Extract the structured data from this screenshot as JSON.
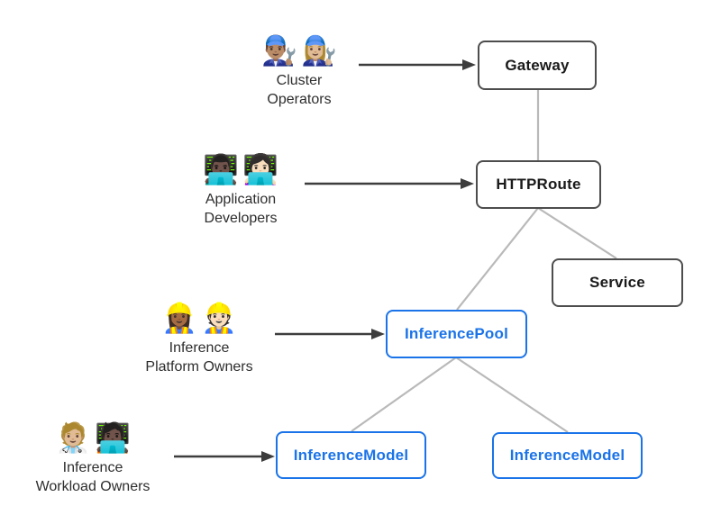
{
  "colors": {
    "background": "#ffffff",
    "node-border-dark": "#4d4d4d",
    "node-text-dark": "#1a1a1a",
    "node-accent-blue": "#1a73e8",
    "connector-gray": "#b9b9b9",
    "arrow-dark": "#3d3d3d",
    "persona-text": "#2d2d2d"
  },
  "diagram": {
    "personas": [
      {
        "id": "cluster-operators",
        "label_line1": "Cluster",
        "label_line2": "Operators",
        "icons": [
          {
            "name": "man-mechanic-icon",
            "glyph": "👨🏽‍🔧"
          },
          {
            "name": "woman-mechanic-icon",
            "glyph": "👩🏼‍🔧"
          }
        ]
      },
      {
        "id": "application-developers",
        "label_line1": "Application",
        "label_line2": "Developers",
        "icons": [
          {
            "name": "man-technologist-icon",
            "glyph": "👨🏿‍💻"
          },
          {
            "name": "woman-technologist-icon",
            "glyph": "👩🏻‍💻"
          }
        ]
      },
      {
        "id": "inference-platform-owners",
        "label_line1": "Inference",
        "label_line2": "Platform Owners",
        "icons": [
          {
            "name": "woman-construction-worker-icon",
            "glyph": "👷🏾‍♀️"
          },
          {
            "name": "man-construction-worker-icon",
            "glyph": "👷🏻"
          }
        ]
      },
      {
        "id": "inference-workload-owners",
        "label_line1": "Inference",
        "label_line2": "Workload Owners",
        "icons": [
          {
            "name": "health-worker-icon",
            "glyph": "🧑🏼‍⚕️"
          },
          {
            "name": "person-technologist-icon",
            "glyph": "🧑🏿‍💻"
          }
        ]
      }
    ],
    "nodes": {
      "gateway": {
        "label": "Gateway",
        "style": "dark"
      },
      "httproute": {
        "label": "HTTPRoute",
        "style": "dark"
      },
      "service": {
        "label": "Service",
        "style": "dark"
      },
      "inferencepool": {
        "label": "InferencePool",
        "style": "blue"
      },
      "inferencemodel_left": {
        "label": "InferenceModel",
        "style": "blue"
      },
      "inferencemodel_right": {
        "label": "InferenceModel",
        "style": "blue"
      }
    },
    "edges": [
      {
        "from": "gateway",
        "to": "httproute",
        "type": "line"
      },
      {
        "from": "httproute",
        "to": "inferencepool",
        "type": "line"
      },
      {
        "from": "httproute",
        "to": "service",
        "type": "line"
      },
      {
        "from": "inferencepool",
        "to": "inferencemodel_left",
        "type": "line"
      },
      {
        "from": "inferencepool",
        "to": "inferencemodel_right",
        "type": "line"
      },
      {
        "from": "cluster-operators",
        "to": "gateway",
        "type": "arrow"
      },
      {
        "from": "application-developers",
        "to": "httproute",
        "type": "arrow"
      },
      {
        "from": "inference-platform-owners",
        "to": "inferencepool",
        "type": "arrow"
      },
      {
        "from": "inference-workload-owners",
        "to": "inferencemodel_left",
        "type": "arrow"
      }
    ]
  }
}
